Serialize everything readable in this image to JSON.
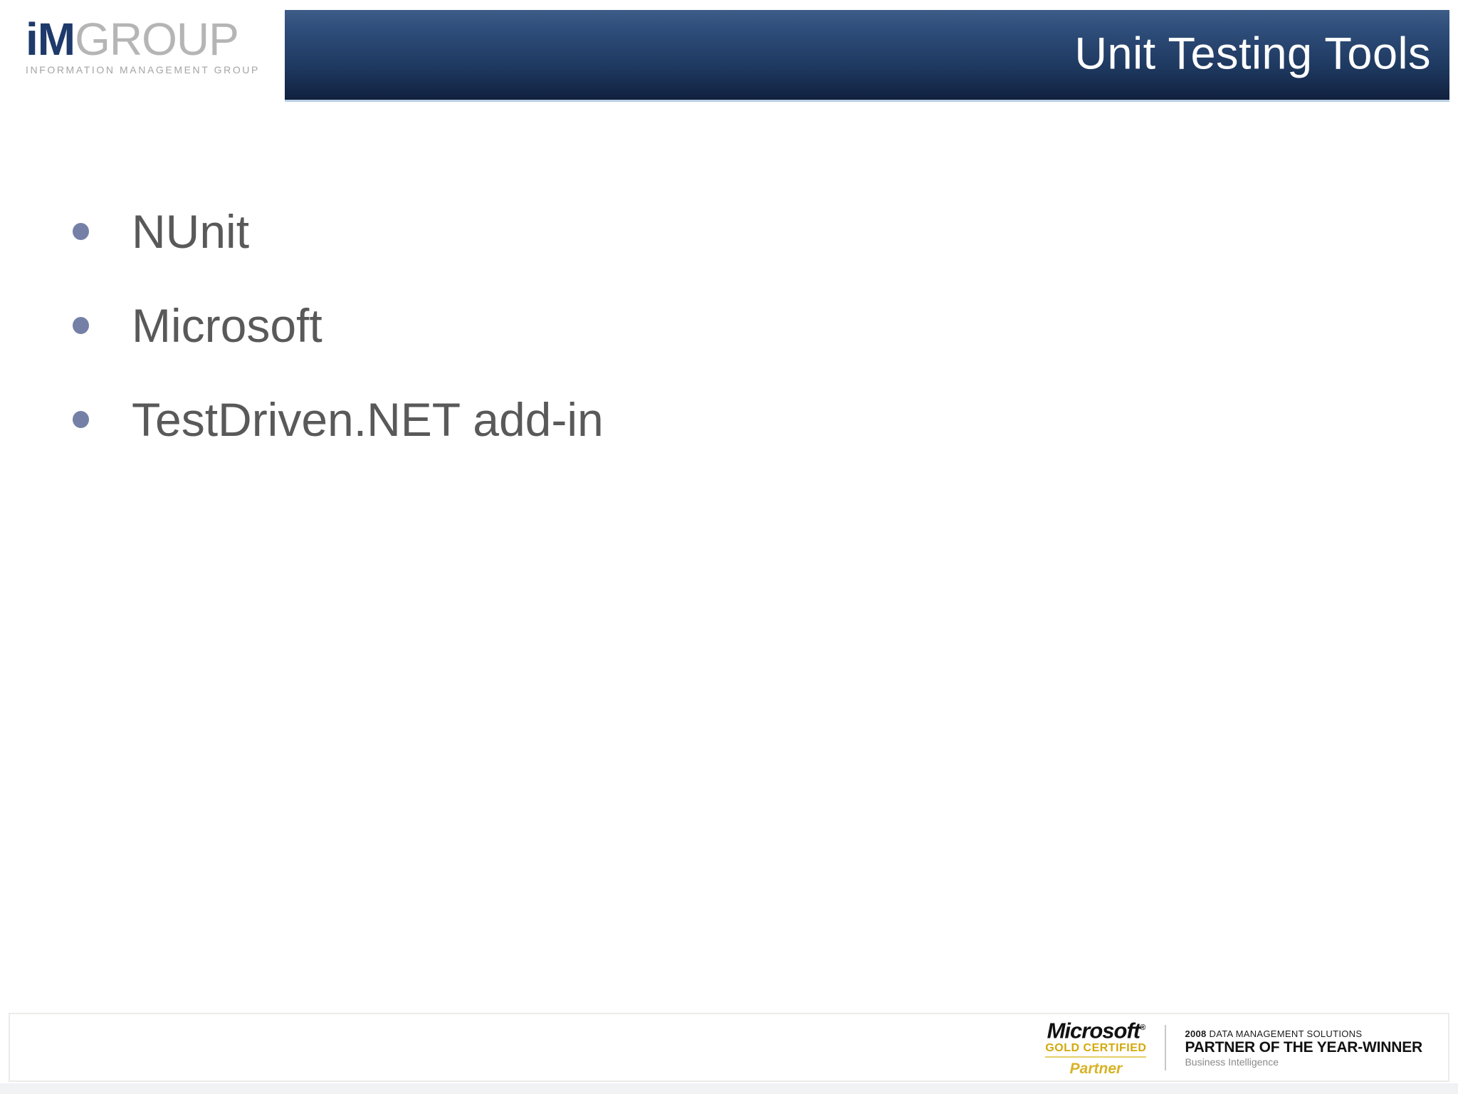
{
  "slide": {
    "title": "Unit Testing Tools",
    "bullets": [
      "NUnit",
      "Microsoft",
      "TestDriven.NET add-in"
    ]
  },
  "logo": {
    "im": "iM",
    "group": "GROUP",
    "subtitle": "INFORMATION MANAGEMENT GROUP"
  },
  "footer": {
    "ms_badge": {
      "brand": "Microsoft",
      "mark": "®",
      "gold_line": "GOLD CERTIFIED",
      "partner_line": "Partner"
    },
    "award": {
      "year": "2008",
      "line1_rest": " DATA MANAGEMENT SOLUTIONS",
      "line2": "PARTNER OF THE YEAR-WINNER",
      "line3": "Business Intelligence"
    }
  },
  "colors": {
    "banner_top": "#3d5d88",
    "banner_bottom": "#0f1e3a",
    "banner_edge": "#b9cfe6",
    "bullet_dot": "#7480a6",
    "body_text": "#595959",
    "logo_navy": "#1e3a6b",
    "logo_gray": "#b5b5b5",
    "gold": "#d3a90c"
  }
}
